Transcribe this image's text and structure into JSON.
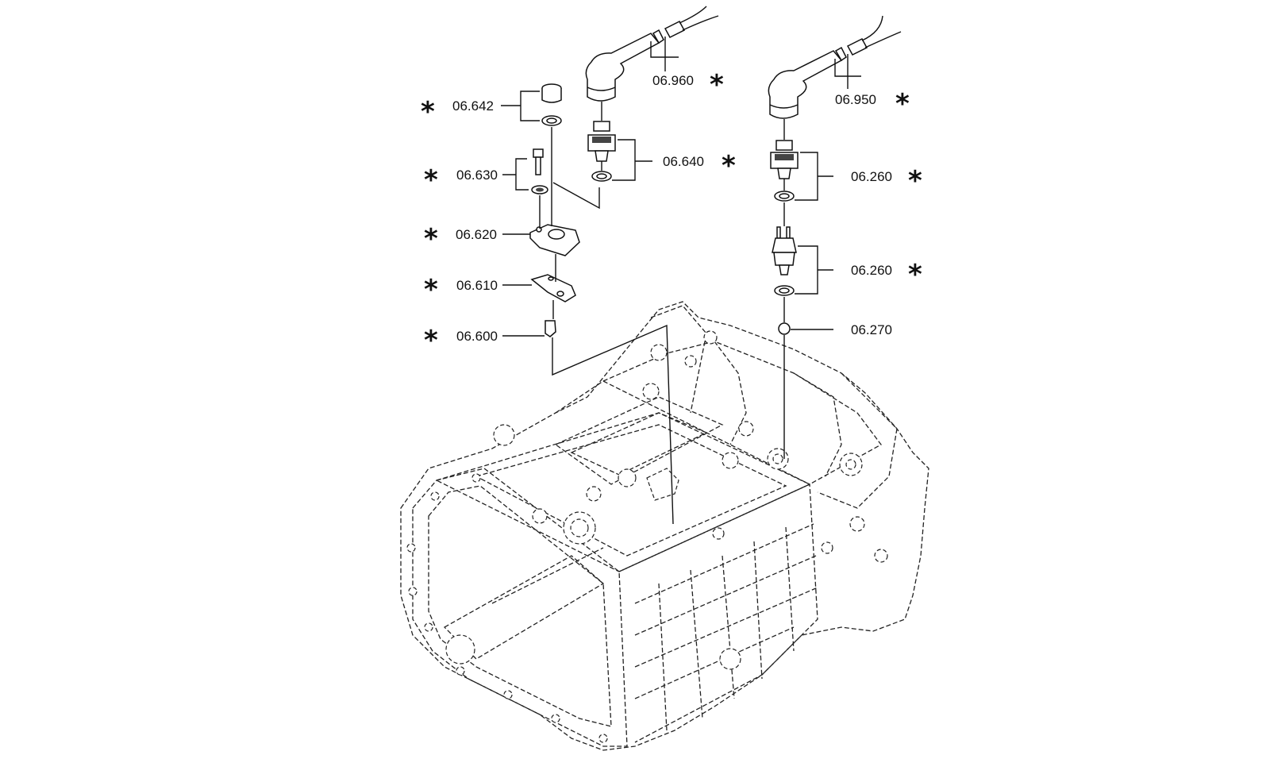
{
  "diagram": {
    "labels": {
      "p642": "06.642",
      "p630": "06.630",
      "p620": "06.620",
      "p610": "06.610",
      "p600": "06.600",
      "p960": "06.960",
      "p640": "06.640",
      "p950": "06.950",
      "p260a": "06.260",
      "p260b": "06.260",
      "p270": "06.270"
    },
    "asterisk": "*"
  }
}
